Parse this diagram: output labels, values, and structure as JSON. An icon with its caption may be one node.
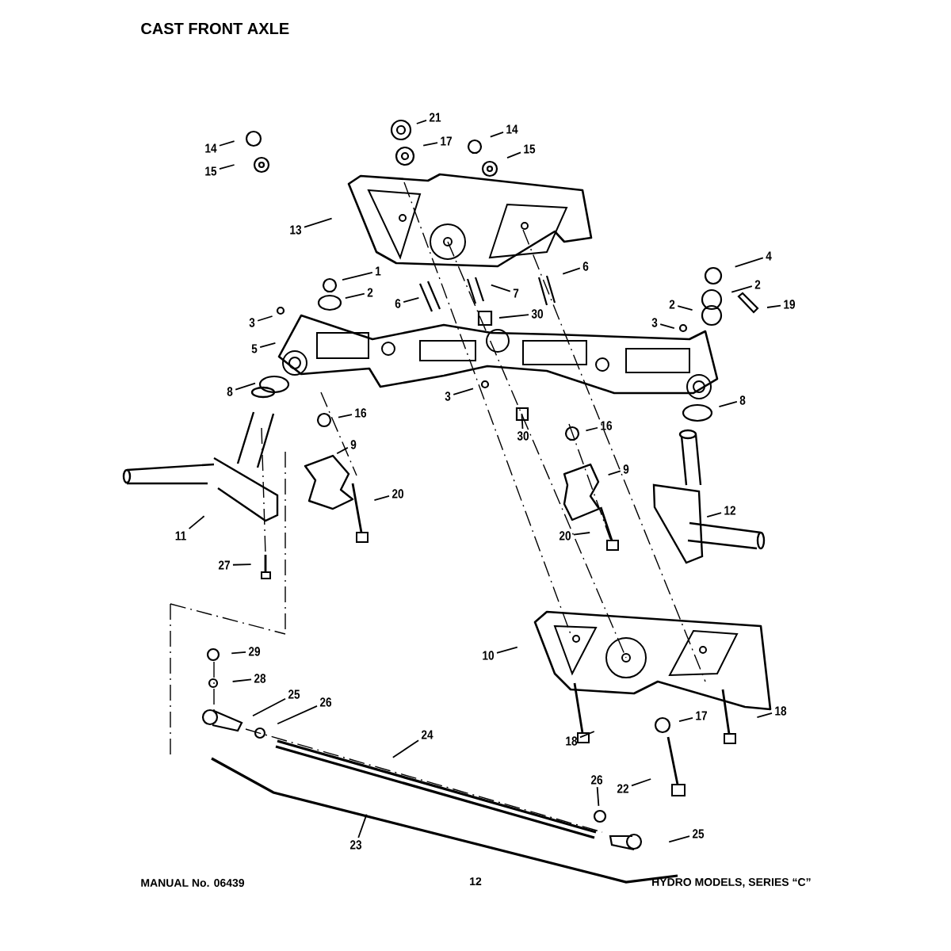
{
  "diagram": {
    "title": "CAST FRONT AXLE",
    "nodes": [
      {
        "text": [
          "21"
        ]
      },
      {
        "text": [
          "14"
        ]
      },
      {
        "text": [
          "17"
        ]
      },
      {
        "text": [
          "14"
        ]
      },
      {
        "text": [
          "15"
        ]
      },
      {
        "text": [
          "15"
        ]
      },
      {
        "text": [
          "13"
        ]
      },
      {
        "text": [
          "4"
        ]
      },
      {
        "text": [
          "6"
        ]
      },
      {
        "text": [
          "1"
        ]
      },
      {
        "text": [
          "7"
        ]
      },
      {
        "text": [
          "2"
        ]
      },
      {
        "text": [
          "2"
        ]
      },
      {
        "text": [
          "6"
        ]
      },
      {
        "text": [
          "30"
        ]
      },
      {
        "text": [
          "2"
        ]
      },
      {
        "text": [
          "19"
        ]
      },
      {
        "text": [
          "3"
        ]
      },
      {
        "text": [
          "3"
        ]
      },
      {
        "text": [
          "5"
        ]
      },
      {
        "text": [
          "8"
        ]
      },
      {
        "text": [
          "3"
        ]
      },
      {
        "text": [
          "8"
        ]
      },
      {
        "text": [
          "30"
        ]
      },
      {
        "text": [
          "16"
        ]
      },
      {
        "text": [
          "16"
        ]
      },
      {
        "text": [
          "9"
        ]
      },
      {
        "text": [
          "9"
        ]
      },
      {
        "text": [
          "20"
        ]
      },
      {
        "text": [
          "12"
        ]
      },
      {
        "text": [
          "11"
        ]
      },
      {
        "text": [
          "20"
        ]
      },
      {
        "text": [
          "27"
        ]
      },
      {
        "text": [
          "29"
        ]
      },
      {
        "text": [
          "28"
        ]
      },
      {
        "text": [
          "10"
        ]
      },
      {
        "text": [
          "25"
        ]
      },
      {
        "text": [
          "26"
        ]
      },
      {
        "text": [
          "18"
        ]
      },
      {
        "text": [
          "17"
        ]
      },
      {
        "text": [
          "24"
        ]
      },
      {
        "text": [
          "18"
        ]
      },
      {
        "text": [
          "26"
        ]
      },
      {
        "text": [
          "22"
        ]
      },
      {
        "text": [
          "25"
        ]
      },
      {
        "text": [
          "23"
        ]
      }
    ],
    "edges": [
      {
        "from": 0,
        "to": null,
        "arrow": "none"
      },
      {
        "from": 1,
        "to": null,
        "arrow": "none"
      },
      {
        "from": 2,
        "to": null,
        "arrow": "none"
      },
      {
        "from": 3,
        "to": null,
        "arrow": "none"
      },
      {
        "from": 4,
        "to": null,
        "arrow": "none"
      },
      {
        "from": 5,
        "to": null,
        "arrow": "none"
      },
      {
        "from": 6,
        "to": null,
        "arrow": "none"
      },
      {
        "from": 7,
        "to": null,
        "arrow": "none"
      },
      {
        "from": 8,
        "to": null,
        "arrow": "none"
      },
      {
        "from": 9,
        "to": null,
        "arrow": "none"
      },
      {
        "from": 10,
        "to": null,
        "arrow": "none"
      },
      {
        "from": 11,
        "to": null,
        "arrow": "none"
      },
      {
        "from": 12,
        "to": null,
        "arrow": "none"
      },
      {
        "from": 13,
        "to": null,
        "arrow": "none"
      },
      {
        "from": 14,
        "to": null,
        "arrow": "none"
      },
      {
        "from": 15,
        "to": null,
        "arrow": "none"
      },
      {
        "from": 16,
        "to": null,
        "arrow": "none"
      },
      {
        "from": 17,
        "to": null,
        "arrow": "none"
      },
      {
        "from": 18,
        "to": null,
        "arrow": "none"
      },
      {
        "from": 19,
        "to": null,
        "arrow": "none"
      },
      {
        "from": 20,
        "to": null,
        "arrow": "none"
      },
      {
        "from": 21,
        "to": null,
        "arrow": "none"
      },
      {
        "from": 22,
        "to": null,
        "arrow": "none"
      },
      {
        "from": 23,
        "to": null,
        "arrow": "none"
      },
      {
        "from": 24,
        "to": null,
        "arrow": "none"
      },
      {
        "from": 25,
        "to": null,
        "arrow": "none"
      },
      {
        "from": 26,
        "to": null,
        "arrow": "none"
      },
      {
        "from": 27,
        "to": null,
        "arrow": "none"
      },
      {
        "from": 28,
        "to": null,
        "arrow": "none"
      },
      {
        "from": 29,
        "to": null,
        "arrow": "none"
      },
      {
        "from": 30,
        "to": null,
        "arrow": "none"
      },
      {
        "from": 31,
        "to": null,
        "arrow": "none"
      },
      {
        "from": 32,
        "to": null,
        "arrow": "none"
      },
      {
        "from": 33,
        "to": null,
        "arrow": "none"
      },
      {
        "from": 34,
        "to": null,
        "arrow": "none"
      },
      {
        "from": 35,
        "to": null,
        "arrow": "none"
      },
      {
        "from": 36,
        "to": null,
        "arrow": "none"
      },
      {
        "from": 37,
        "to": null,
        "arrow": "none"
      },
      {
        "from": 38,
        "to": null,
        "arrow": "none"
      },
      {
        "from": 39,
        "to": null,
        "arrow": "none"
      },
      {
        "from": 40,
        "to": null,
        "arrow": "none"
      },
      {
        "from": 41,
        "to": null,
        "arrow": "none"
      },
      {
        "from": 42,
        "to": null,
        "arrow": "none"
      },
      {
        "from": 43,
        "to": null,
        "arrow": "none"
      },
      {
        "from": 44,
        "to": null,
        "arrow": "none"
      },
      {
        "from": 45,
        "to": null,
        "arrow": "none"
      }
    ],
    "labels": [
      "MANUAL No. 06439",
      "12",
      "HYDRO MODELS, SERIES “C”"
    ]
  }
}
